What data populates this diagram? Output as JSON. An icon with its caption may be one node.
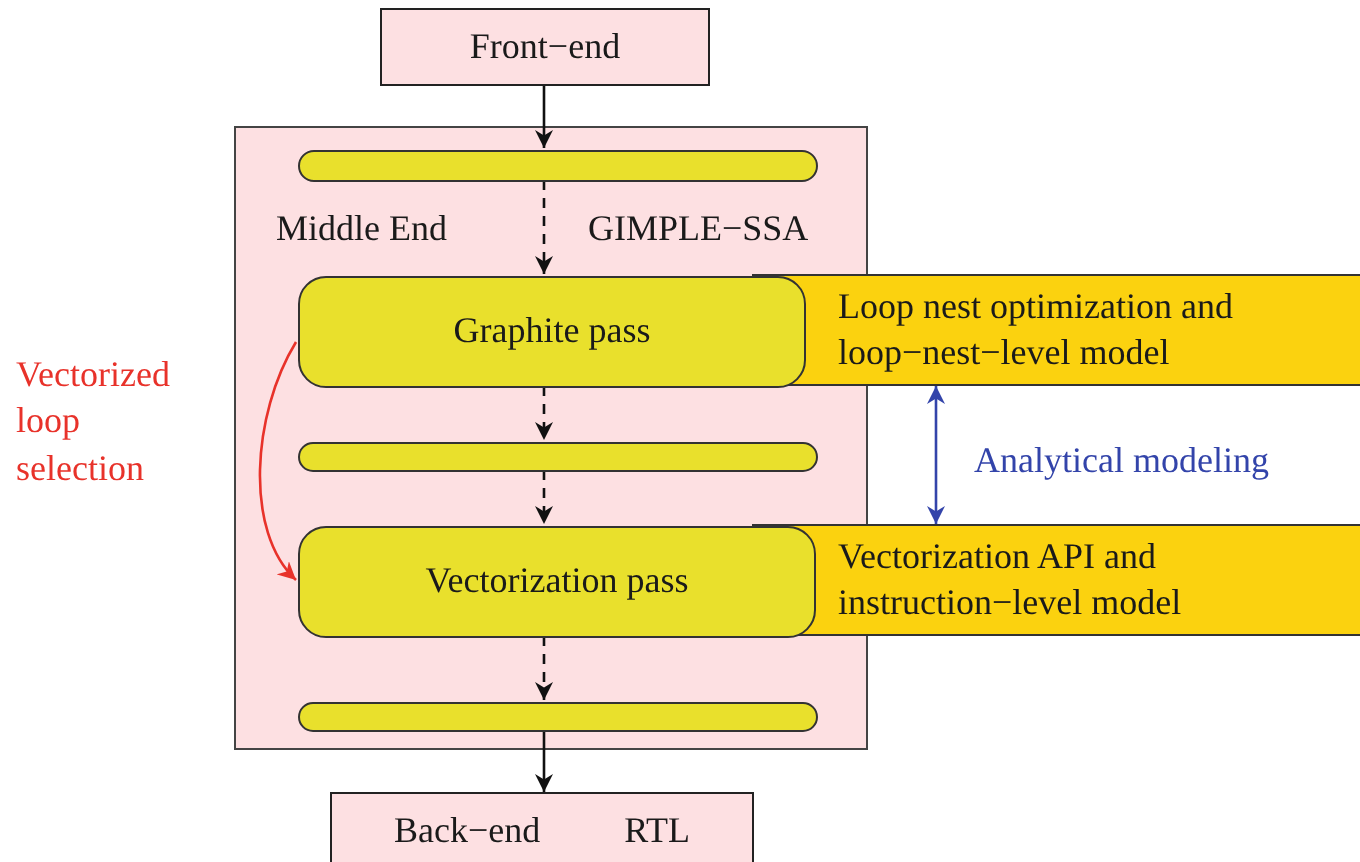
{
  "diagram": {
    "nodes": [
      {
        "text": [
          "Front−end"
        ]
      },
      {
        "text": [
          "Middle End",
          "GIMPLE−SSA"
        ]
      },
      {
        "text": [],
        "shape": "bar",
        "in": 1
      },
      {
        "text": [
          "Graphite pass"
        ],
        "in": 1
      },
      {
        "text": [],
        "shape": "bar",
        "in": 1
      },
      {
        "text": [
          "Vectorization pass"
        ],
        "in": 1
      },
      {
        "text": [],
        "shape": "bar",
        "in": 1
      },
      {
        "text": [
          "Back−end",
          "RTL"
        ]
      },
      {
        "text": [
          "Loop nest optimization and loop−nest−level model"
        ]
      },
      {
        "text": [
          "Vectorization API and instruction−level model"
        ]
      }
    ],
    "edges": [
      {
        "from": 0,
        "to": 2,
        "arrow": "to"
      },
      {
        "from": 2,
        "to": 3,
        "arrow": "to",
        "style": "dashed"
      },
      {
        "from": 3,
        "to": 4,
        "arrow": "to",
        "style": "dashed"
      },
      {
        "from": 4,
        "to": 5,
        "arrow": "to",
        "style": "dashed"
      },
      {
        "from": 5,
        "to": 6,
        "arrow": "to",
        "style": "dashed"
      },
      {
        "from": 6,
        "to": 7,
        "arrow": "to"
      },
      {
        "from": 8,
        "to": 9,
        "arrow": "both",
        "label": "Analytical modeling",
        "color": "#3344aa"
      },
      {
        "from": 3,
        "to": 5,
        "arrow": "to",
        "label": "Vectorized loop selection",
        "color": "#e8322a"
      }
    ]
  }
}
